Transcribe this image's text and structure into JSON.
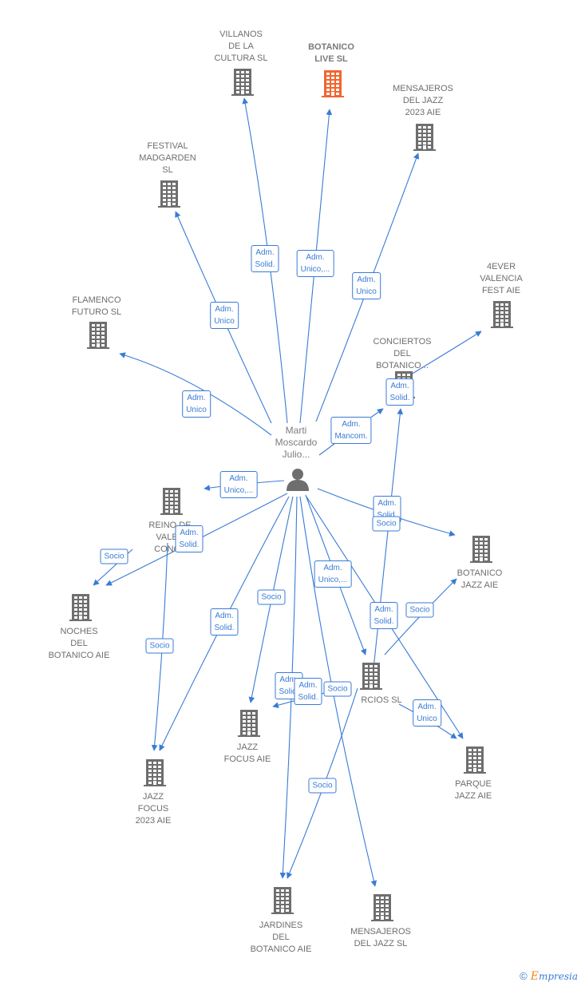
{
  "colors": {
    "edge": "#3a7bd5",
    "company": "#6e6e6e",
    "highlight": "#f26530",
    "person": "#6e6e6e"
  },
  "person": {
    "name": "Marti\nMoscardo\nJulio...",
    "icon": "person-icon"
  },
  "companies": [
    {
      "id": "villanos",
      "name": "VILLANOS\nDE LA\nCULTURA  SL",
      "icon": "building-icon"
    },
    {
      "id": "botanico-live",
      "name": "BOTANICO\nLIVE  SL",
      "icon": "building-icon",
      "highlight": true
    },
    {
      "id": "mensajeros-2023",
      "name": "MENSAJEROS\nDEL JAZZ\n2023  AIE",
      "icon": "building-icon"
    },
    {
      "id": "festival",
      "name": "FESTIVAL\nMADGARDEN\nSL",
      "icon": "building-icon"
    },
    {
      "id": "4ever",
      "name": "4EVER\nVALENCIA\nFEST  AIE",
      "icon": "building-icon"
    },
    {
      "id": "flamenco",
      "name": "FLAMENCO\nFUTURO SL",
      "icon": "building-icon"
    },
    {
      "id": "conciertos",
      "name": "CONCIERTOS\nDEL\nBOTANICO...",
      "icon": "building-icon"
    },
    {
      "id": "reino",
      "name": "REINO DE\nVALEN\nCONCE",
      "icon": "building-icon"
    },
    {
      "id": "botanico-jazz",
      "name": "BOTANICO\nJAZZ AIE",
      "icon": "building-icon"
    },
    {
      "id": "noches",
      "name": "NOCHES\nDEL\nBOTANICO AIE",
      "icon": "building-icon"
    },
    {
      "id": "socios",
      "name": "RCIOS SL",
      "icon": "building-icon"
    },
    {
      "id": "jazz-focus",
      "name": "JAZZ\nFOCUS AIE",
      "icon": "building-icon"
    },
    {
      "id": "parque",
      "name": "PARQUE\nJAZZ AIE",
      "icon": "building-icon"
    },
    {
      "id": "jazz-focus-2023",
      "name": "JAZZ\nFOCUS\n2023 AIE",
      "icon": "building-icon"
    },
    {
      "id": "jardines",
      "name": "JARDINES\nDEL\nBOTANICO AIE",
      "icon": "building-icon"
    },
    {
      "id": "mensajeros-sl",
      "name": "MENSAJEROS\nDEL JAZZ SL",
      "icon": "building-icon"
    }
  ],
  "relations": [
    {
      "id": "r1",
      "label": "Adm.\nSolid."
    },
    {
      "id": "r2",
      "label": "Adm.\nUnico,..."
    },
    {
      "id": "r3",
      "label": "Adm.\nUnico"
    },
    {
      "id": "r4",
      "label": "Adm.\nUnico"
    },
    {
      "id": "r5",
      "label": "Adm.\nUnico"
    },
    {
      "id": "r6",
      "label": "Adm.\nMancom."
    },
    {
      "id": "r7",
      "label": "Adm.\nSolid."
    },
    {
      "id": "r8",
      "label": "Adm.\nUnico,..."
    },
    {
      "id": "r9",
      "label": "Adm.\nSolid."
    },
    {
      "id": "r10",
      "label": "Socio"
    },
    {
      "id": "r11",
      "label": "Adm.\nSolid."
    },
    {
      "id": "r12",
      "label": "Socio"
    },
    {
      "id": "r13",
      "label": "Adm.\nUnico,..."
    },
    {
      "id": "r14",
      "label": "Adm.\nSolid."
    },
    {
      "id": "r15",
      "label": "Socio"
    },
    {
      "id": "r16",
      "label": "Adm.\nSolid."
    },
    {
      "id": "r17",
      "label": "Socio"
    },
    {
      "id": "r18",
      "label": "Adm.\nSolid."
    },
    {
      "id": "r19",
      "label": "Socio"
    },
    {
      "id": "r20",
      "label": "Adm.\nSolid."
    },
    {
      "id": "r21",
      "label": "Adm.\nUnico"
    },
    {
      "id": "r22",
      "label": "Socio"
    },
    {
      "id": "r23",
      "label": "Socio"
    }
  ],
  "footer": {
    "copyright": "©",
    "brand_initial": "E",
    "brand_rest": "mpresia"
  }
}
